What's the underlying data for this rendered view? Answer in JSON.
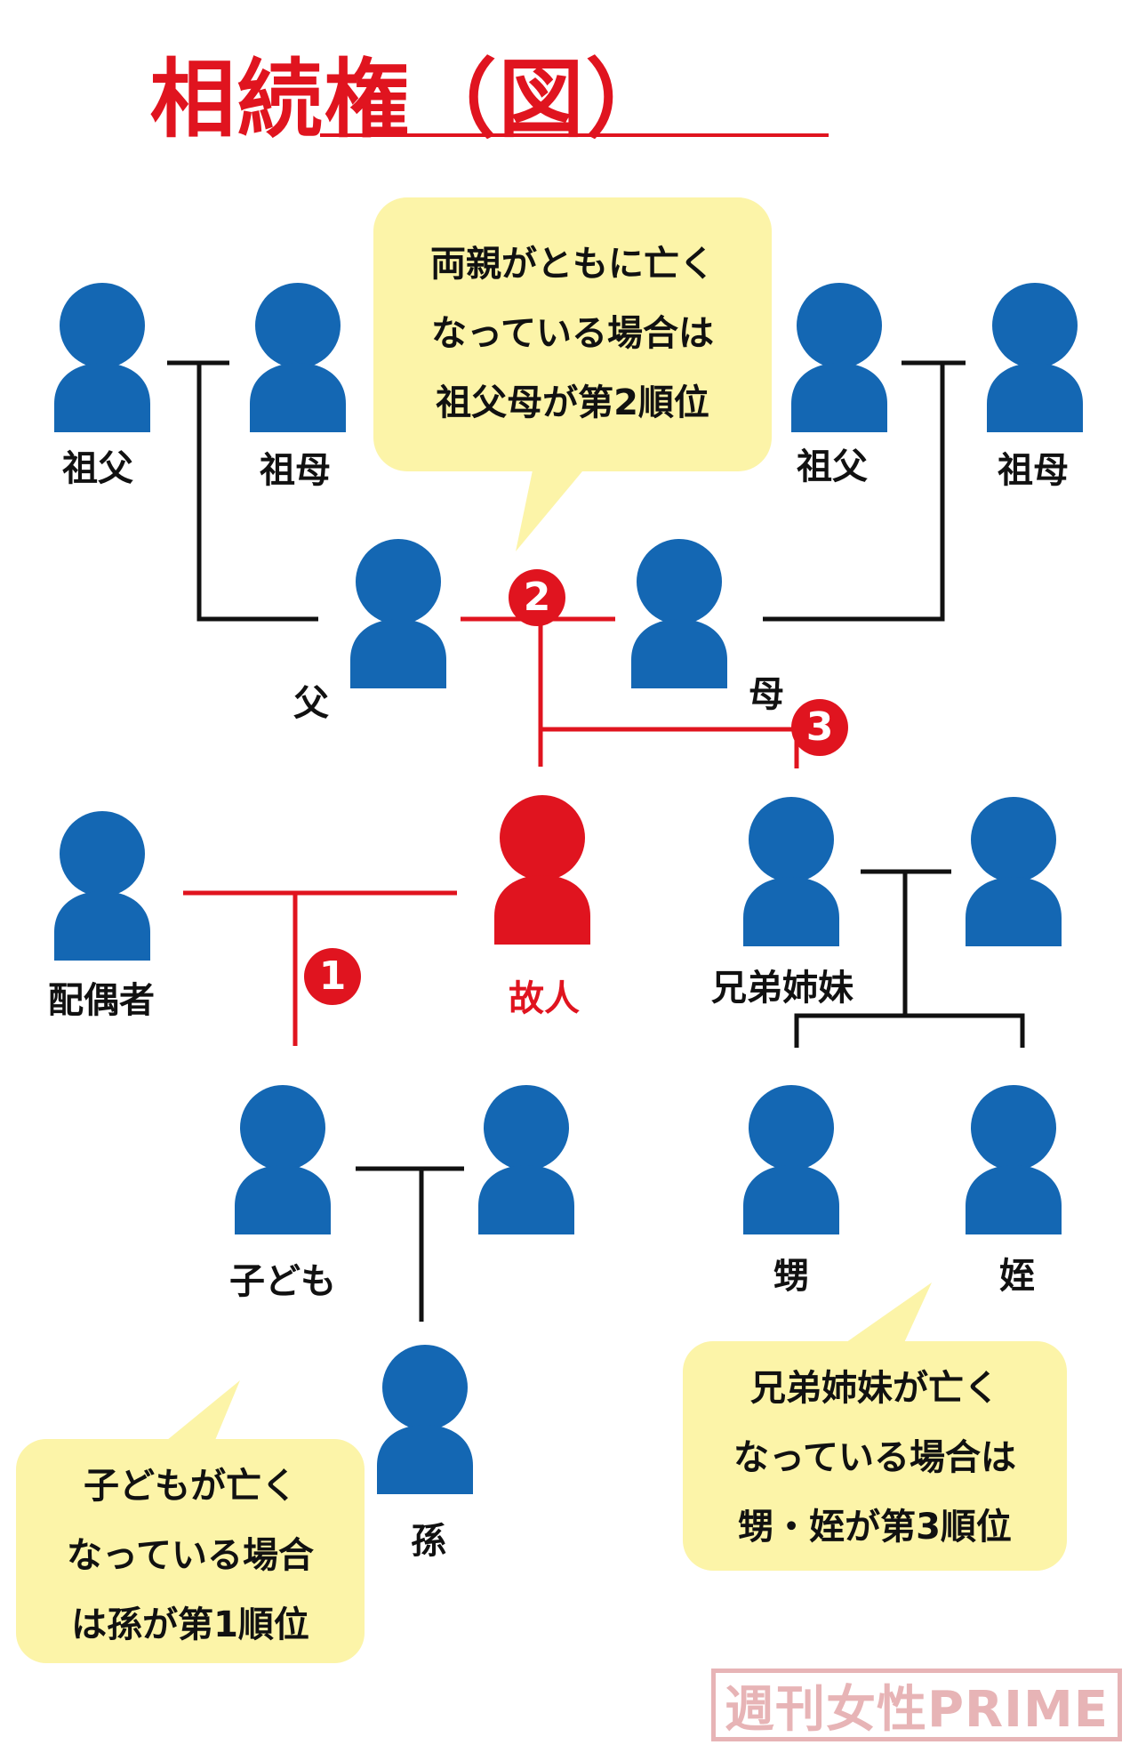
{
  "title": "相続権（図）",
  "colors": {
    "title": "#e0141f",
    "person": "#1467b3",
    "deceased": "#e0141f",
    "line_black": "#111111",
    "line_red": "#e0141f",
    "callout_bg": "#fcf4a8",
    "watermark": "#e7b4b6"
  },
  "icons": {
    "person": "person-silhouette-icon"
  },
  "persons": {
    "grandfather_paternal": "祖父",
    "grandmother_paternal": "祖母",
    "grandfather_maternal": "祖父",
    "grandmother_maternal": "祖母",
    "father": "父",
    "mother": "母",
    "spouse": "配偶者",
    "deceased": "故人",
    "siblings": "兄弟姉妹",
    "child": "子ども",
    "grandchild": "孫",
    "nephew": "甥",
    "niece": "姪"
  },
  "badges": {
    "first": "1",
    "second": "2",
    "third": "3"
  },
  "callouts": {
    "parents": [
      "両親がともに亡く",
      "なっている場合は",
      "祖父母が第2順位"
    ],
    "siblings": [
      "兄弟姉妹が亡く",
      "なっている場合は",
      "甥・姪が第3順位"
    ],
    "children": [
      "子どもが亡く",
      "なっている場合",
      "は孫が第1順位"
    ]
  },
  "watermark": "週刊女性PRIME"
}
